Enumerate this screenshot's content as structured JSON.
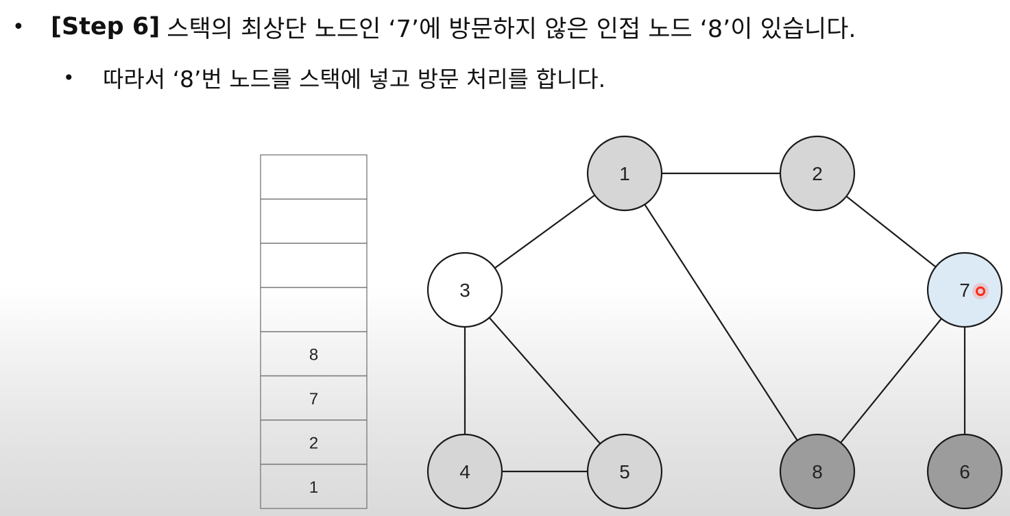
{
  "header": {
    "line1": {
      "bullet": "•",
      "step": "[Step 6]",
      "text": "스택의 최상단 노드인 ‘7’에 방문하지 않은 인접 노드 ‘8’이 있습니다."
    },
    "line2": {
      "bullet": "•",
      "text": "따라서 ‘8’번 노드를 스택에 넣고 방문 처리를 합니다."
    }
  },
  "stack": {
    "cells": [
      "",
      "",
      "",
      "",
      "8",
      "7",
      "2",
      "1"
    ]
  },
  "graph": {
    "nodes": [
      {
        "id": "1",
        "label": "1",
        "state": "visited"
      },
      {
        "id": "2",
        "label": "2",
        "state": "visited"
      },
      {
        "id": "3",
        "label": "3",
        "state": "unvisited"
      },
      {
        "id": "7",
        "label": "7",
        "state": "current"
      },
      {
        "id": "4",
        "label": "4",
        "state": "visited"
      },
      {
        "id": "5",
        "label": "5",
        "state": "visited"
      },
      {
        "id": "8",
        "label": "8",
        "state": "pushed"
      },
      {
        "id": "6",
        "label": "6",
        "state": "pushed"
      }
    ],
    "edges": [
      [
        "1",
        "2"
      ],
      [
        "1",
        "3"
      ],
      [
        "1",
        "8"
      ],
      [
        "2",
        "7"
      ],
      [
        "3",
        "4"
      ],
      [
        "3",
        "5"
      ],
      [
        "4",
        "5"
      ],
      [
        "7",
        "8"
      ],
      [
        "7",
        "6"
      ]
    ]
  },
  "colors": {
    "visited": "#d6d6d6",
    "unvisited": "#ffffff",
    "current": "#dceaf6",
    "pushed": "#9c9c9c",
    "cursor": "#ff2a1a"
  }
}
